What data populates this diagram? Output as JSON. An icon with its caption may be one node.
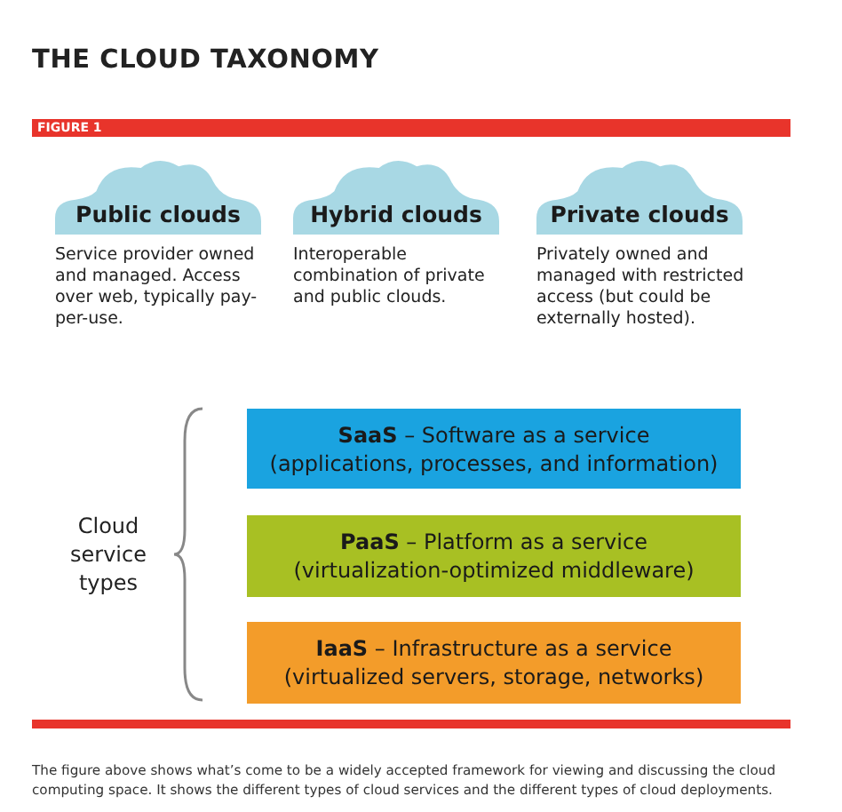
{
  "diagram": {
    "title": "THE CLOUD TAXONOMY",
    "caption": "The figure above shows what’s come to be a widely accepted framework for viewing and discussing the cloud computing space. It shows the different types of cloud services and the different types of cloud deployments.",
    "nodes": [
      {
        "text": [
          "Public clouds"
        ],
        "beside": [
          "Service provider owned and managed. Access over web, typically pay-per-use."
        ]
      },
      {
        "text": [
          "Hybrid clouds"
        ],
        "beside": [
          "Interoperable combination of private and public clouds."
        ]
      },
      {
        "text": [
          "Private clouds"
        ],
        "beside": [
          "Privately owned and managed with restricted access (but could be externally hosted)."
        ]
      },
      {
        "text": [
          "**SaaS** – Software as a service",
          "(applications, processes, and information)"
        ]
      },
      {
        "text": [
          "**PaaS** – Platform as a service",
          "(virtualization-optimized middleware)"
        ]
      },
      {
        "text": [
          "**IaaS** – Infrastructure as a service",
          "(virtualized servers, storage, networks)"
        ]
      }
    ],
    "edges": [],
    "labels": [
      "FIGURE 1",
      "Cloud service types"
    ]
  }
}
